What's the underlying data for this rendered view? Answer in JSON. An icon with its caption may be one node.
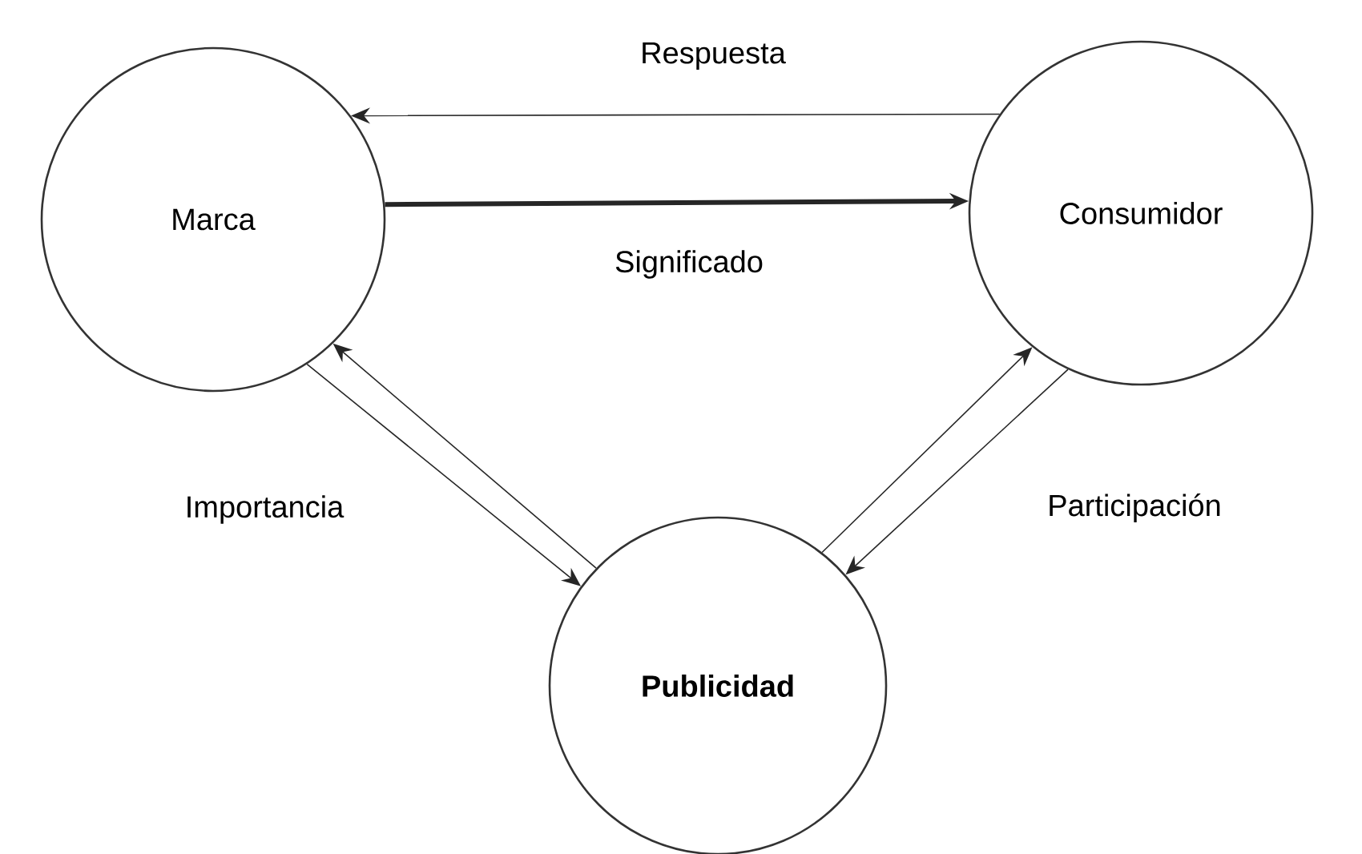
{
  "diagram": {
    "nodes": [
      {
        "text": [
          "Marca"
        ]
      },
      {
        "text": [
          "Consumidor"
        ]
      },
      {
        "text": [
          "Publicidad"
        ]
      }
    ],
    "edges": [
      {
        "from": 1,
        "to": 0,
        "arrow": "to",
        "label": "Respuesta"
      },
      {
        "from": 0,
        "to": 1,
        "arrow": "to",
        "style": "thick",
        "label": "Significado"
      },
      {
        "from": 2,
        "to": 0,
        "arrow": "to"
      },
      {
        "from": 0,
        "to": 2,
        "arrow": "to",
        "label": "Importancia"
      },
      {
        "from": 2,
        "to": 1,
        "arrow": "to"
      },
      {
        "from": 1,
        "to": 2,
        "arrow": "to",
        "label": "Participación"
      }
    ]
  }
}
